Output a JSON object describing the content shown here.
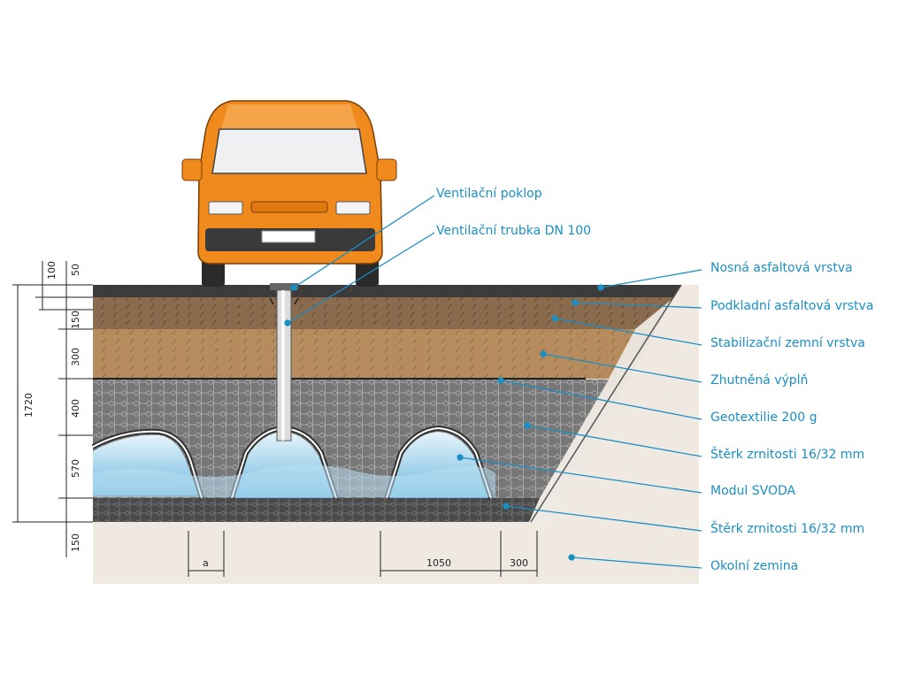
{
  "labels": {
    "vent_cover": "Ventilační poklop",
    "vent_pipe": "Ventilační trubka DN 100",
    "asphalt_top": "Nosná asfaltová vrstva",
    "asphalt_base": "Podkladní asfaltová vrstva",
    "soil_stab": "Stabilizační zemní vrstva",
    "compacted_fill": "Zhutněná výplň",
    "geotextile": "Geotextilie 200 g",
    "gravel_upper": "Štěrk zrnitosti 16/32 mm",
    "module": "Modul SVODA",
    "gravel_lower": "Štěrk zrnitosti 16/32 mm",
    "surrounding_soil": "Okolní zemina"
  },
  "dimensions": {
    "d100": "100",
    "d50": "50",
    "d150_top": "150",
    "d300": "300",
    "d400": "400",
    "d570": "570",
    "d1720": "1720",
    "d150_bottom": "150",
    "da": "a",
    "d1050": "1050",
    "d300_bottom": "300"
  },
  "colors": {
    "label_blue": "#1a8fc4",
    "van_orange": "#f08a1c",
    "asphalt": "#3a3a3a",
    "brown_layer": "#8b6a4a",
    "stabilized": "#b48a5a",
    "gravel": "#5a5a5a",
    "water": "#9fd4ef",
    "soil": "#ece6df"
  }
}
